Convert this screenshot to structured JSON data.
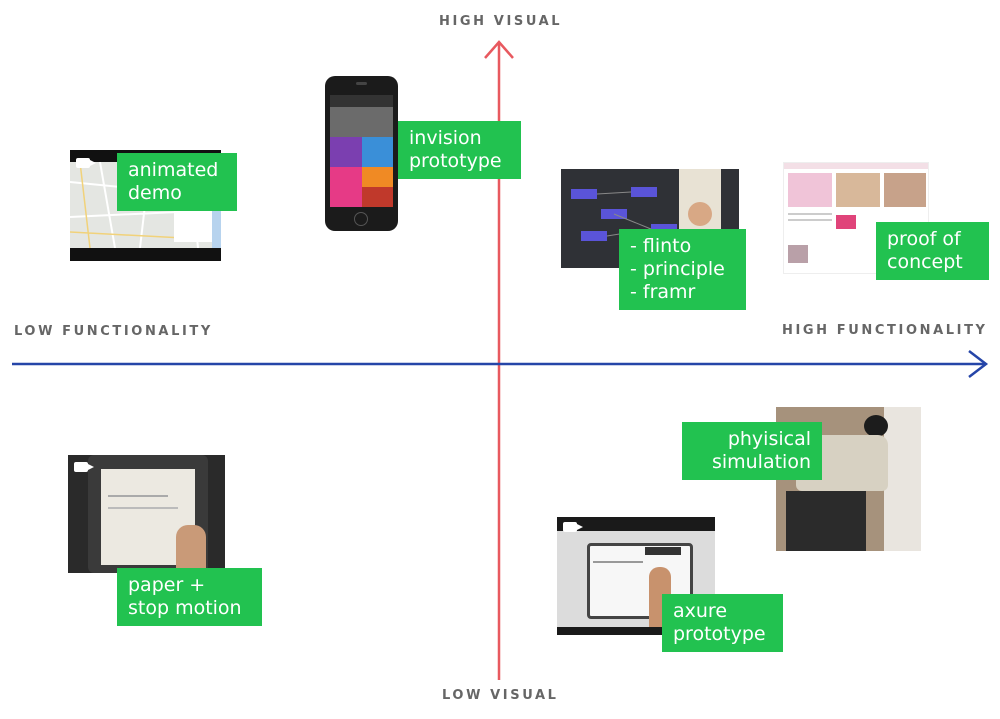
{
  "axes": {
    "top": "HIGH VISUAL",
    "bottom": "LOW VISUAL",
    "left": "LOW FUNCTIONALITY",
    "right": "HIGH FUNCTIONALITY"
  },
  "colors": {
    "vertical_axis": "#e8595f",
    "horizontal_axis": "#2545a8",
    "tag_background": "#22c250",
    "tag_text": "#ffffff",
    "axis_label": "#666666"
  },
  "items": {
    "animated_demo": {
      "lines": [
        "animated",
        "demo"
      ],
      "icon": "video-camera-icon"
    },
    "invision": {
      "lines": [
        "invision",
        "prototype"
      ]
    },
    "flinto": {
      "lines": [
        "- flinto",
        "- principle",
        "- framr"
      ]
    },
    "proof": {
      "lines": [
        "proof of",
        "concept"
      ]
    },
    "physical": {
      "lines": [
        "phyisical",
        "simulation"
      ]
    },
    "paper": {
      "lines": [
        "paper +",
        "stop motion"
      ],
      "icon": "video-camera-icon"
    },
    "axure": {
      "lines": [
        "axure",
        "prototype"
      ],
      "icon": "video-camera-icon"
    }
  }
}
